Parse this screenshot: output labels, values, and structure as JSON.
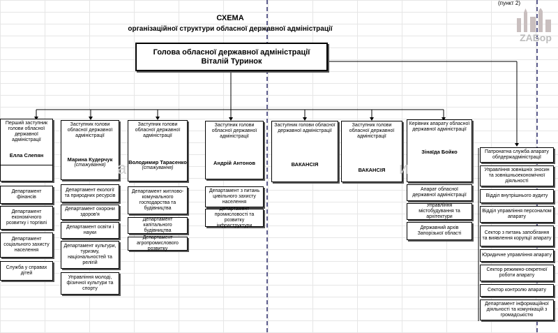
{
  "page_ref": "(пункт 2)",
  "logo": {
    "text": "ZAБор"
  },
  "title": "СХЕМА",
  "subtitle": "організаційної структури обласної державної адміністрації",
  "head": {
    "line1": "Голова обласної державної адміністрації",
    "line2": "Віталій Туринок"
  },
  "deputies": [
    {
      "title": "Перший заступник голови обласної державної адміністрації",
      "name": "Елла Слепян",
      "note": ""
    },
    {
      "title": "Заступник голови обласної державної адміністрації",
      "name": "Марина Кудерчук",
      "note": "(стажування)"
    },
    {
      "title": "Заступник голови обласної державної адміністрації",
      "name": "Володимир Тарасенко",
      "note": "(стажування)"
    },
    {
      "title": "Заступник голови обласної державної адміністрації",
      "name": "Андрій Антонов",
      "note": ""
    },
    {
      "title": "Заступник голови обласної державної адміністрації",
      "name": "ВАКАНСІЯ",
      "note": ""
    },
    {
      "title": "Заступник голови обласної державної адміністрації",
      "name": "ВАКАНСІЯ",
      "note": ""
    },
    {
      "title": "Керівник апарату обласної державної адміністрації",
      "name": "Зінаїда Бойко",
      "note": ""
    }
  ],
  "departments": {
    "col1": [
      "Департамент фінансів",
      "Департамент економічного розвитку і торгівлі",
      "Департамент соціального захисту населення",
      "Служба у справах дітей"
    ],
    "col2": [
      "Департамент екології та природних ресурсів",
      "Департамент охорони здоров'я",
      "Департамент освіти і науки",
      "Департамент культури, туризму, національностей та релігій",
      "Управління молоді, фізичної культури та спорту"
    ],
    "col3": [
      "Департамент житлово-комунального господарства та будівництва",
      "Департамент капітального будівництва",
      "Департамент агропромислового розвитку"
    ],
    "col4": [
      "Департамент з питань цивільного захисту населення",
      "Департамент промисловості та розвитку інфраструктури"
    ],
    "col7": [
      "Апарат обласної державної адміністрації",
      "Управління містобудування та архітектури",
      "Державний архів Запорізької області"
    ],
    "right": [
      "Патронатна служба апарату облдержадміністрації",
      "Управління зовнішніх зносин та зовнішньоекономічної діяльності",
      "Відділ внутрішнього аудиту",
      "Відділ управління персоналом апарату",
      "Сектор з питань запобігання та виявлення корупції апарату",
      "Юридичне управління апарату",
      "Сектор режимно-секретної роботи апарату",
      "Сектор контролю апарату",
      "Департамент інформаційної діяльності та комунікацій з громадськістю"
    ]
  }
}
